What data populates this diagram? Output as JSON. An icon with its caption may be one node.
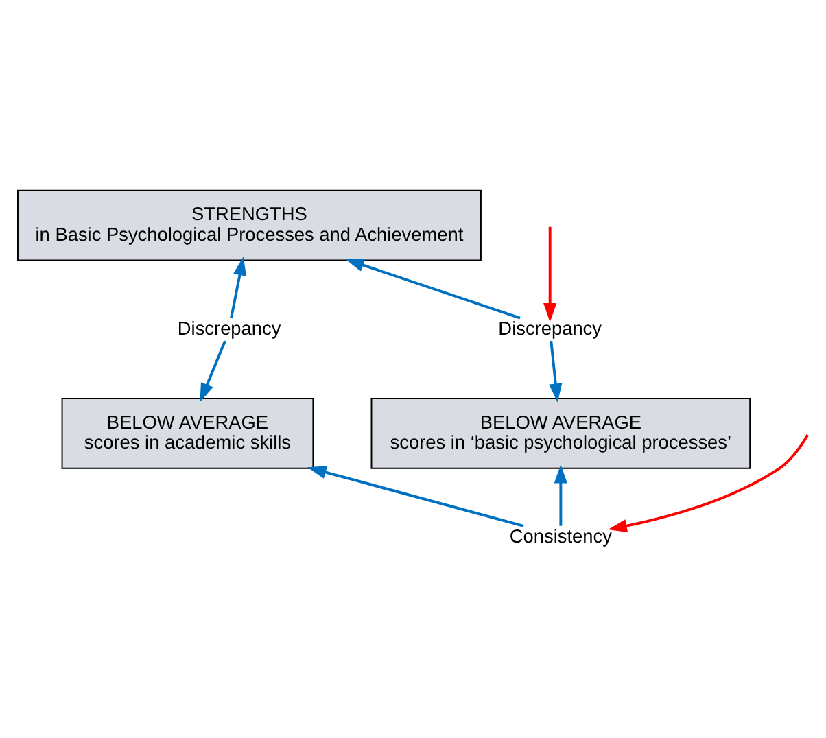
{
  "diagram": {
    "nodes": [
      {
        "text": [
          "STRENGTHS",
          "in Basic Psychological Processes and Achievement"
        ]
      },
      {
        "text": [
          "Discrepancy"
        ]
      },
      {
        "text": [
          "Discrepancy"
        ]
      },
      {
        "text": [
          "BELOW AVERAGE",
          "scores in academic skills"
        ]
      },
      {
        "text": [
          "BELOW AVERAGE",
          "scores in ‘basic psychological processes’"
        ]
      },
      {
        "text": [
          "Consistency"
        ]
      }
    ],
    "edges": [
      {
        "from": 1,
        "to": 0,
        "arrow": "to"
      },
      {
        "from": 1,
        "to": 3,
        "arrow": "to"
      },
      {
        "from": 2,
        "to": 0,
        "arrow": "to"
      },
      {
        "from": 2,
        "to": 4,
        "arrow": "to"
      },
      {
        "from": 5,
        "to": 3,
        "arrow": "to"
      },
      {
        "from": 5,
        "to": 4,
        "arrow": "to"
      },
      {
        "from": null,
        "to": 2,
        "arrow": "to",
        "color": "#ff0000"
      },
      {
        "from": null,
        "to": 5,
        "arrow": "to",
        "color": "#ff0000"
      }
    ]
  }
}
